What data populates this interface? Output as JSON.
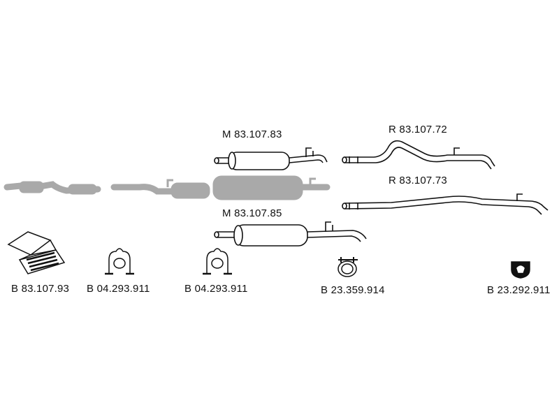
{
  "parts": {
    "front_muffler": {
      "code": "M 83.107.83"
    },
    "rear_pipe_upper": {
      "code": "R 83.107.72"
    },
    "rear_pipe_lower": {
      "code": "R 83.107.73"
    },
    "rear_muffler": {
      "code": "M 83.107.85"
    }
  },
  "accessories": [
    {
      "code": "B 83.107.93",
      "icon": "mounting-kit-box-icon"
    },
    {
      "code": "B 04.293.911",
      "icon": "hanger-clamp-icon"
    },
    {
      "code": "B 04.293.911",
      "icon": "hanger-clamp-icon"
    },
    {
      "code": "B 23.359.914",
      "icon": "pipe-clamp-icon"
    },
    {
      "code": "B 23.292.911",
      "icon": "rubber-mount-icon"
    }
  ],
  "colors": {
    "ink": "#111111",
    "ghost": "#a9a9a9"
  }
}
